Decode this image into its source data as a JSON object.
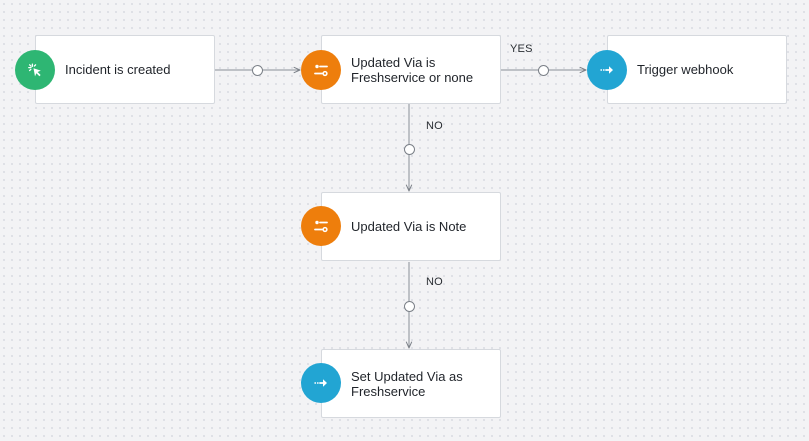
{
  "nodes": {
    "incident_created": {
      "label": "Incident is created",
      "type": "trigger",
      "color": "#2eb673"
    },
    "updated_via_freshservice": {
      "label": "Updated Via is\nFreshservice or none",
      "type": "condition",
      "color": "#ee7e0c"
    },
    "trigger_webhook": {
      "label": "Trigger webhook",
      "type": "action",
      "color": "#22a5d3"
    },
    "updated_via_note": {
      "label": "Updated Via is Note",
      "type": "condition",
      "color": "#ee7e0c"
    },
    "set_updated_via": {
      "label": "Set Updated Via as\nFreshservice",
      "type": "action",
      "color": "#22a5d3"
    }
  },
  "branches": {
    "yes": "YES",
    "no_first": "NO",
    "no_second": "NO"
  },
  "icons": {
    "trigger": "pointer-click-icon",
    "condition": "sliders-icon",
    "action": "arrow-right-icon"
  }
}
